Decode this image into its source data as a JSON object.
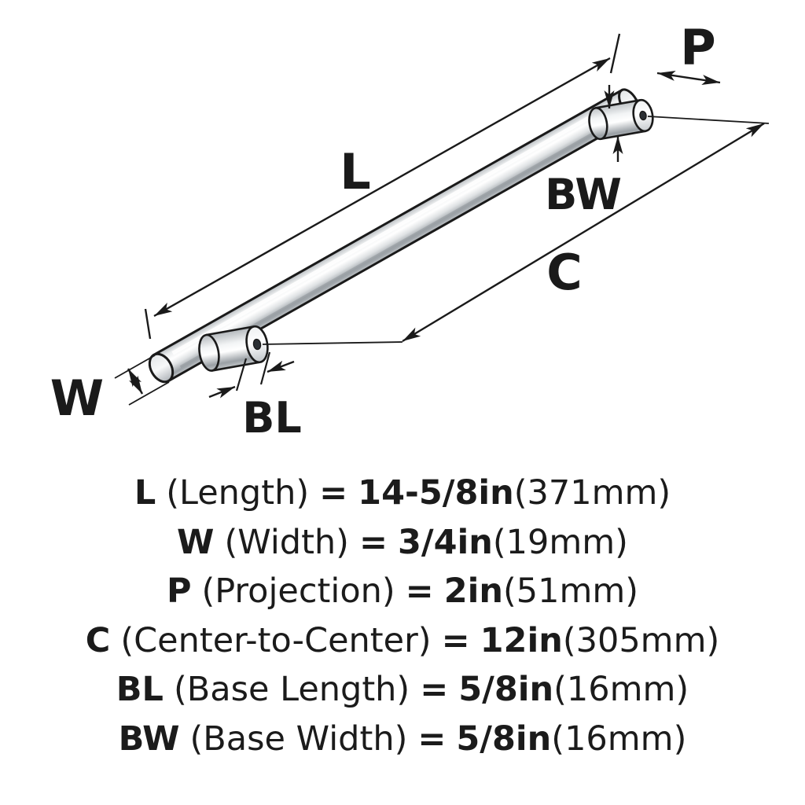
{
  "equals": "=",
  "diagram": {
    "labels": {
      "L": "L",
      "P": "P",
      "BW": "BW",
      "C": "C",
      "W": "W",
      "BL": "BL"
    }
  },
  "specs": [
    {
      "symbol": "L",
      "name": "(Length)",
      "value": "14-5/8in",
      "metric": "(371mm)"
    },
    {
      "symbol": "W",
      "name": "(Width)",
      "value": "3/4in",
      "metric": "(19mm)"
    },
    {
      "symbol": "P",
      "name": "(Projection)",
      "value": "2in",
      "metric": "(51mm)"
    },
    {
      "symbol": "C",
      "name": "(Center-to-Center)",
      "value": "12in",
      "metric": "(305mm)"
    },
    {
      "symbol": "BL",
      "name": "(Base Length)",
      "value": "5/8in",
      "metric": "(16mm)"
    },
    {
      "symbol": "BW",
      "name": "(Base Width)",
      "value": "5/8in",
      "metric": "(16mm)"
    }
  ]
}
